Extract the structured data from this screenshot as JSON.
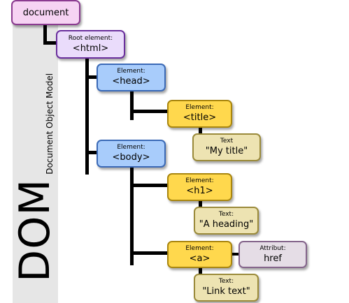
{
  "sidebar": {
    "big": "DOM",
    "small": "Document Object Model"
  },
  "nodes": {
    "document": {
      "label": "document"
    },
    "html": {
      "caption": "Root element:",
      "label": "<html>"
    },
    "head": {
      "caption": "Element:",
      "label": "<head>"
    },
    "title": {
      "caption": "Element:",
      "label": "<title>"
    },
    "title_text": {
      "caption": "Text",
      "label": "\"My title\""
    },
    "body": {
      "caption": "Element:",
      "label": "<body>"
    },
    "h1": {
      "caption": "Element:",
      "label": "<h1>"
    },
    "h1_text": {
      "caption": "Text:",
      "label": "\"A heading\""
    },
    "a": {
      "caption": "Element:",
      "label": "<a>"
    },
    "a_attr": {
      "caption": "Attribut:",
      "label": "href"
    },
    "a_text": {
      "caption": "Text:",
      "label": "\"Link text\""
    }
  },
  "colors": {
    "document": "#f6d3f3",
    "root": "#eadcfb",
    "element_head_body": "#a8ccfb",
    "element_leaf": "#ffd84d",
    "text": "#ede3b2",
    "attribute": "#e5dde6",
    "connector": "#000000"
  }
}
